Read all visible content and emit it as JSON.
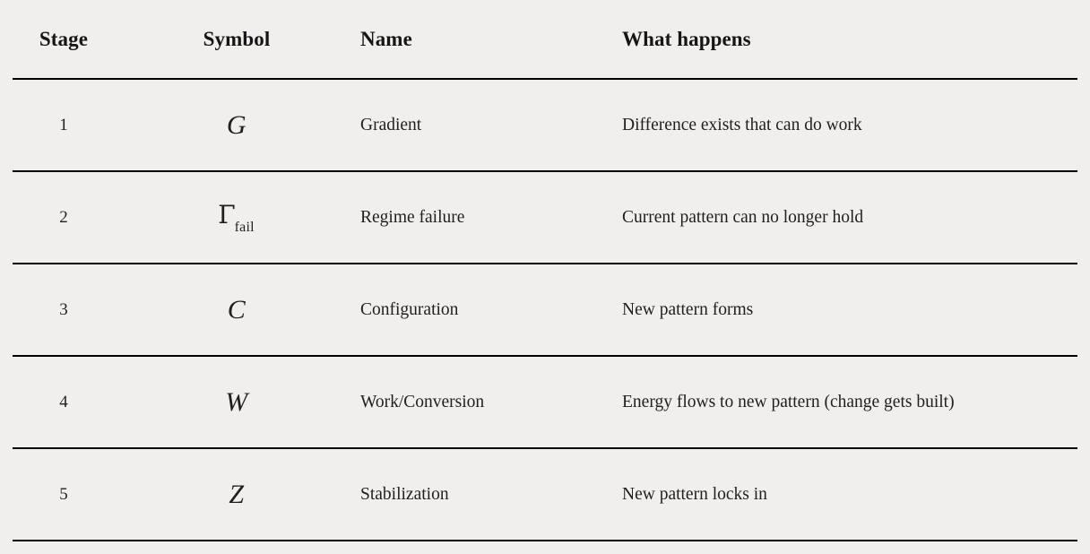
{
  "theme": {
    "background": "#f1efed",
    "text": "#1c1c1c",
    "rule": "#000000"
  },
  "table": {
    "columns": [
      {
        "key": "stage",
        "label": "Stage",
        "align": "center"
      },
      {
        "key": "symbol",
        "label": "Symbol",
        "align": "center"
      },
      {
        "key": "name",
        "label": "Name",
        "align": "left"
      },
      {
        "key": "what",
        "label": "What happens",
        "align": "left"
      }
    ],
    "rows": [
      {
        "stage": "1",
        "symbol_base": "G",
        "symbol_sub": "",
        "symbol_style": "italic",
        "name": "Gradient",
        "what": "Difference exists that can do work"
      },
      {
        "stage": "2",
        "symbol_base": "Γ",
        "symbol_sub": "fail",
        "symbol_style": "upright",
        "name": "Regime failure",
        "what": "Current pattern can no longer hold"
      },
      {
        "stage": "3",
        "symbol_base": "C",
        "symbol_sub": "",
        "symbol_style": "italic",
        "name": "Configuration",
        "what": "New pattern forms"
      },
      {
        "stage": "4",
        "symbol_base": "W",
        "symbol_sub": "",
        "symbol_style": "italic",
        "name": "Work/Conversion",
        "what": "Energy flows to new pattern (change gets built)"
      },
      {
        "stage": "5",
        "symbol_base": "Z",
        "symbol_sub": "",
        "symbol_style": "italic",
        "name": "Stabilization",
        "what": "New pattern locks in"
      }
    ]
  }
}
